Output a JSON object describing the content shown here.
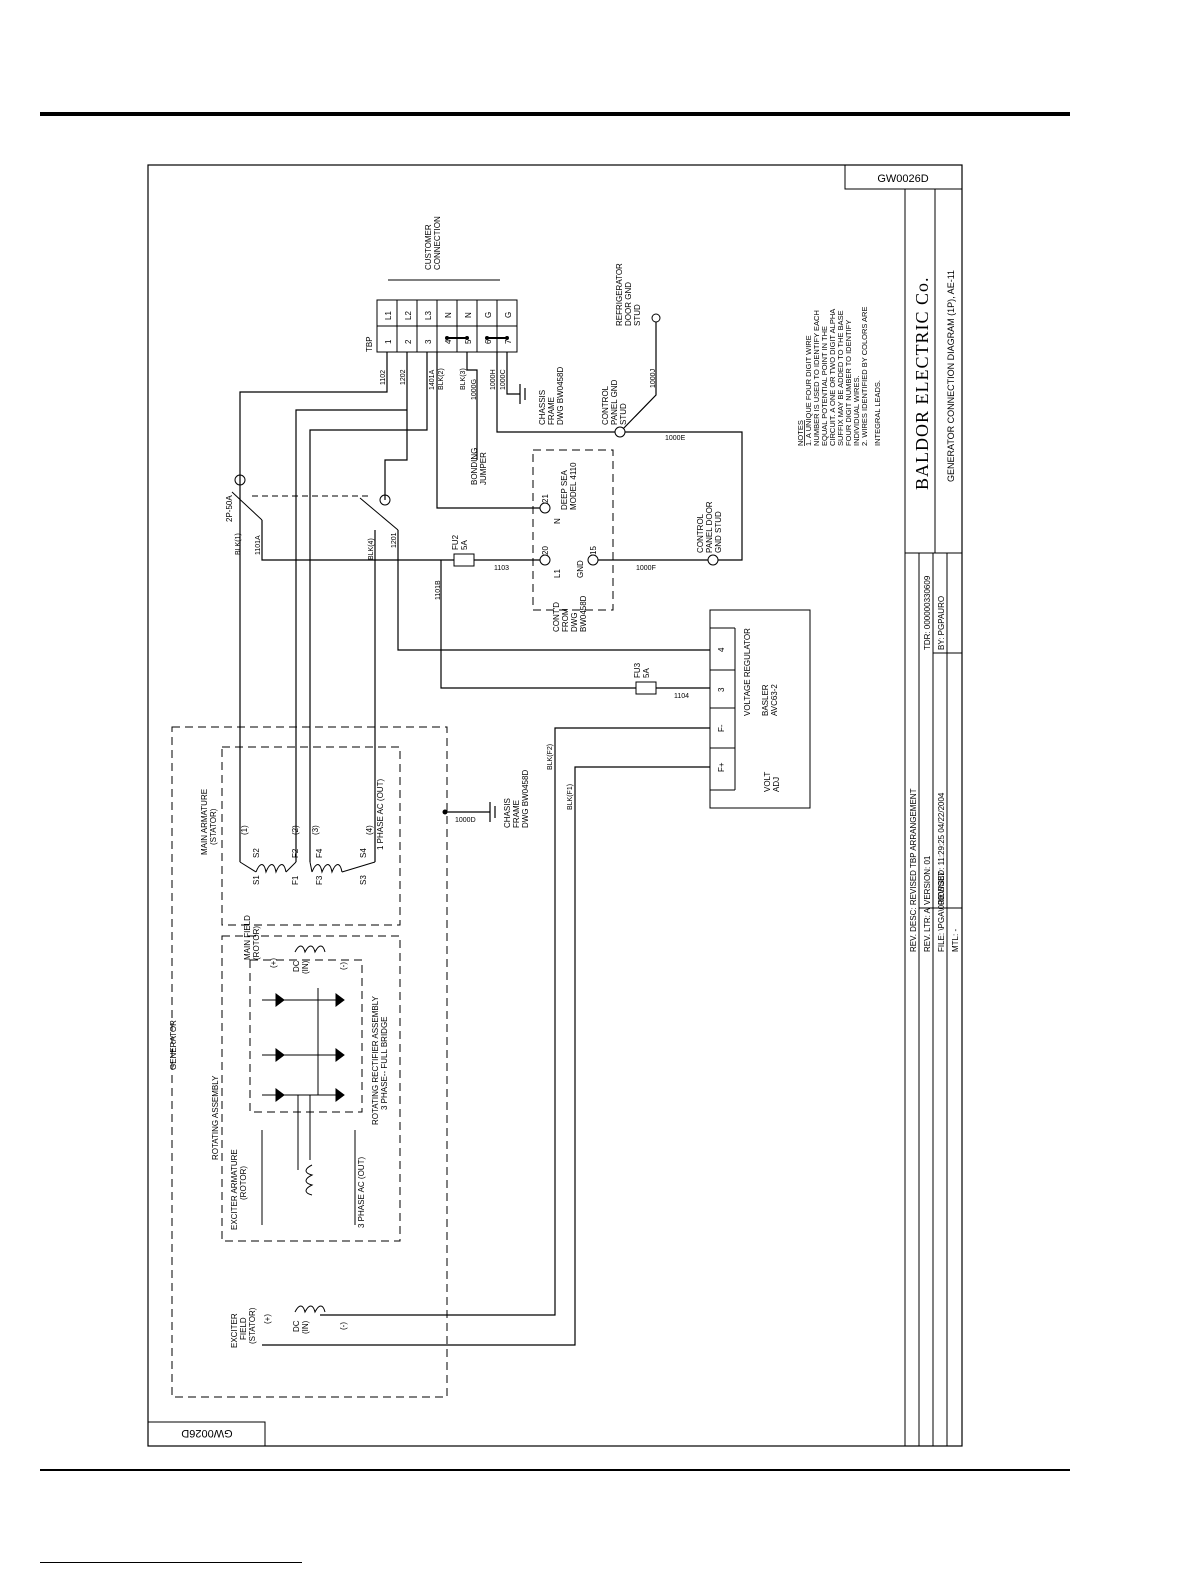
{
  "drawing_number": "GW0026D",
  "title_block": {
    "company": "BALDOR ELECTRIC Co.",
    "title": "GENERATOR CONNECTION DIAGRAM (1P), AE-11",
    "rev_desc": "REV. DESC: REVISED TBP ARRANGEMENT",
    "rev_ltr": "REV. LTR: A",
    "version": "VERSION: 01",
    "file": "FILE: \\PGA\\00005\\387",
    "revised": "REVISED: 11:29:25 04/22/2004",
    "mtl": "MTL: -",
    "tdr": "TDR: 000000330609",
    "by": "BY: PGPAURO"
  },
  "notes": {
    "heading": "NOTES",
    "lines": [
      "1. A UNIQUE FOUR DIGIT WIRE",
      "NUMBER IS USED TO IDENTIFY EACH",
      "EQUAL POTENTIAL POINT IN THE",
      "CIRCUIT. A ONE OR TWO DIGIT ALPHA",
      "SUFFIX MAY BE ADDED TO THE BASE",
      "FOUR DIGIT NUMBER TO IDENTIFY",
      "INDIVIDUAL WIRES.",
      "2. WIRES IDENTIFIED BY COLORS ARE",
      "INTEGRAL LEADS."
    ]
  },
  "labels": {
    "customer_connection": [
      "CUSTOMER",
      "CONNECTION"
    ],
    "tbp": "TBP",
    "tbp_numbers": [
      "1",
      "2",
      "3",
      "4",
      "5",
      "6",
      "7"
    ],
    "tbp_terms": [
      "L1",
      "L2",
      "L3",
      "N",
      "N",
      "G",
      "G"
    ],
    "refrigerator": [
      "REFRIGERATOR",
      "DOOR GND",
      "STUD"
    ],
    "chassis_top": [
      "CHASSIS",
      "FRAME",
      "DWG BW0458D"
    ],
    "control_panel_gnd": [
      "CONTROL",
      "PANEL GND",
      "STUD"
    ],
    "control_panel_door": [
      "CONTROL",
      "PANEL DOOR",
      "GND STUD"
    ],
    "bonding_jumper": [
      "BONDING",
      "JUMPER"
    ],
    "deep_sea": [
      "DEEP SEA",
      "MODEL 4110"
    ],
    "contd": [
      "CONT'D",
      "FROM",
      "DWG",
      "BW0458D"
    ],
    "breaker": "2P-50A",
    "fu2": [
      "FU2",
      "5A"
    ],
    "fu3": [
      "FU3",
      "5A"
    ],
    "voltage_regulator": "VOLTAGE REGULATOR",
    "basler": [
      "BASLER",
      "AVC63-2"
    ],
    "volt_adj": [
      "VOLT",
      "ADJ"
    ],
    "reg_terminals": [
      "4",
      "3",
      "F-",
      "F+"
    ],
    "chasis_mid": [
      "CHASIS",
      "FRAME",
      "DWG BW0458D"
    ],
    "main_armature": [
      "MAIN ARMATURE",
      "(STATOR)"
    ],
    "one_phase": "1 PHASE AC (OUT)",
    "main_field": [
      "MAIN FIELD",
      "(ROTOR)"
    ],
    "rectifier": [
      "ROTATING RECTIFIER ASSEMBLY",
      "3 PHASE-- FULL BRIDGE"
    ],
    "exciter_armature": [
      "EXCITER ARMATURE",
      "(ROTOR)"
    ],
    "three_phase": "3 PHASE AC (OUT)",
    "rotating_assembly": "ROTATING ASSEMBLY",
    "generator": "GENERATOR",
    "exciter_field": [
      "EXCITER",
      "FIELD",
      "(STATOR)"
    ],
    "dc_in": [
      "DC",
      "(IN)"
    ],
    "plus": "(+)",
    "minus": "(-)",
    "gnd": "GND",
    "l1": "L1",
    "n": "N",
    "t20": "20",
    "t21": "21",
    "t15": "15",
    "s_leads": [
      "S1",
      "S2",
      "F1",
      "F2",
      "F3",
      "F4",
      "S3",
      "S4"
    ],
    "arm_nums": [
      "(1)",
      "(2)",
      "(3)",
      "(4)"
    ]
  },
  "wires": [
    "1102",
    "1202",
    "1401A",
    "BLK(2)",
    "BLK(3)",
    "1000G",
    "1000H",
    "1000C",
    "1000J",
    "1000E",
    "1101A",
    "BLK(1)",
    "BLK(4)",
    "1201",
    "1103",
    "1101B",
    "1000F",
    "1104",
    "BLK(F2)",
    "BLK(F1)",
    "1000D"
  ]
}
